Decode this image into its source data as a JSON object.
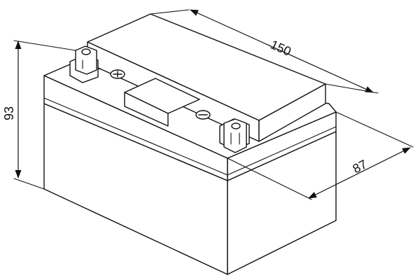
{
  "dimensions": {
    "length": "150",
    "width": "87",
    "height": "93"
  },
  "colors": {
    "line": "#111111",
    "background": "#ffffff"
  }
}
